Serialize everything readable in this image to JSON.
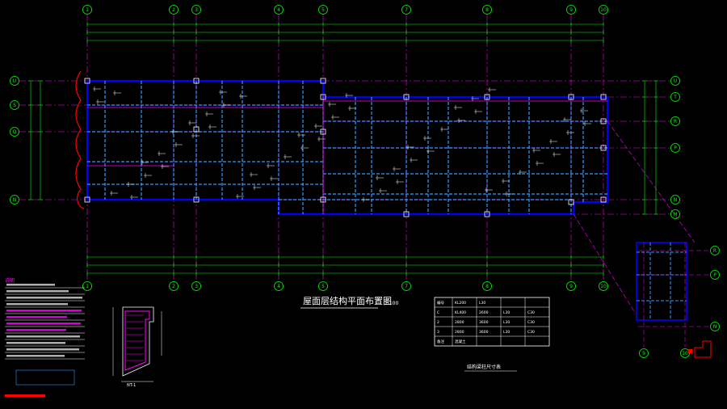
{
  "drawing": {
    "title": "屋面层结构平面布置图",
    "scale": "1:100",
    "detail_caption": "NT-1",
    "table_caption": "结构梁柱尺寸表",
    "notes_heading": "说明"
  },
  "axes": {
    "top_bottom": [
      "1",
      "2",
      "3",
      "4",
      "5",
      "7",
      "8",
      "9",
      "10"
    ],
    "left": [
      "U",
      "S",
      "Q",
      "N"
    ],
    "right": [
      "U",
      "T",
      "R",
      "P",
      "N",
      "M"
    ],
    "inset_right": [
      "R",
      "P",
      "N"
    ],
    "inset_bottom": [
      "9",
      "10"
    ]
  },
  "table": {
    "rows": [
      [
        "编号",
        "KL200",
        "L30",
        ""
      ],
      [
        "C",
        "KL400",
        "2600",
        "L30",
        "C30"
      ],
      [
        "2",
        "2800",
        "3600",
        "L30",
        "C30"
      ],
      [
        "3",
        "2800",
        "3600",
        "L30",
        "C30"
      ],
      [
        "备注",
        "混凝土",
        "",
        ""
      ]
    ]
  },
  "colors": {
    "background": "#000000",
    "axis": "#00ff00",
    "beam": "#3399ff",
    "wall": "#0000ff",
    "rebar": "#ff00ff",
    "text": "#ffffff",
    "accent": "#ff0000"
  }
}
